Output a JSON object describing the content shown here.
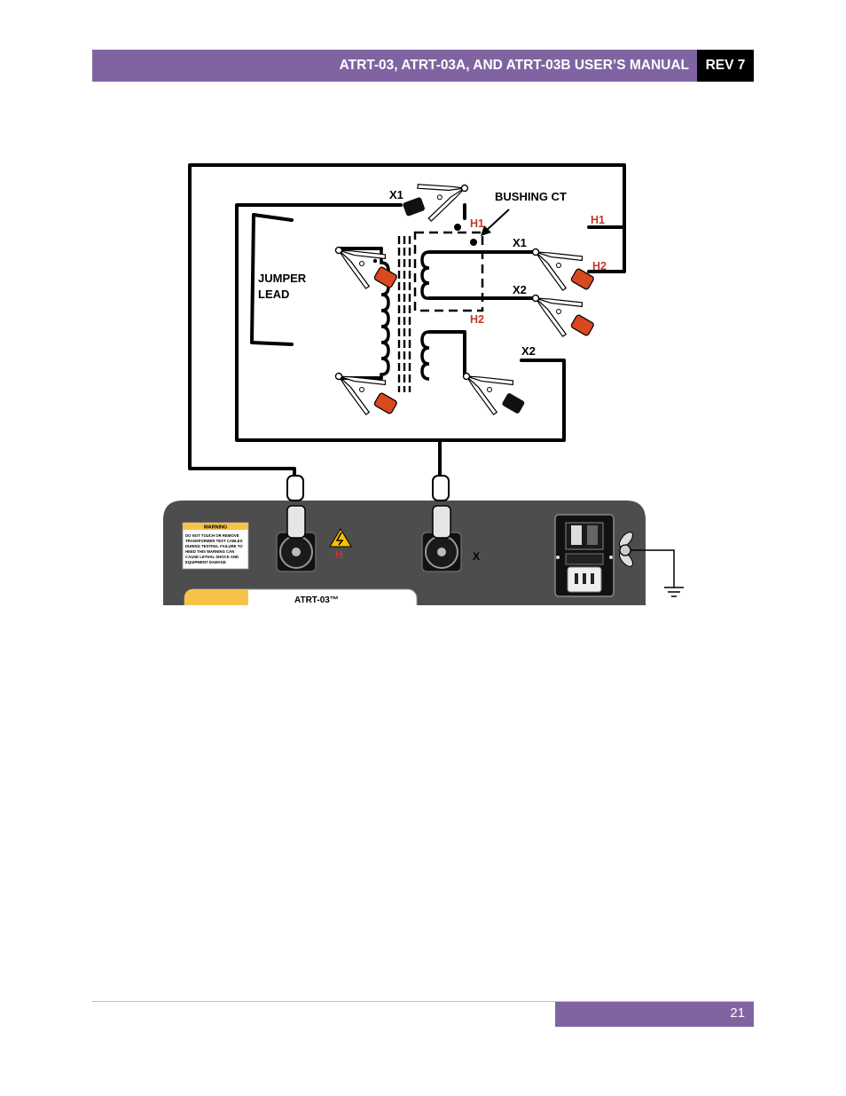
{
  "header": {
    "title": "ATRT-03, ATRT-03A, AND ATRT-03B USER’S MANUAL",
    "revision": "REV 7",
    "bar_color": "#8064a2"
  },
  "figure": {
    "labels": {
      "bushing_ct": "BUSHING CT",
      "jumper_line1": "JUMPER",
      "jumper_line2": "LEAD",
      "x1_top": "X1",
      "h1_ct": "H1",
      "h2_ct": "H2",
      "ct_x1": "X1",
      "ct_x2": "X2",
      "clip_h1": "H1",
      "clip_h2": "H2",
      "x2_bottom": "X2",
      "terminal_h": "H",
      "terminal_x": "X",
      "product_name": "ATRT-03™"
    },
    "warning": {
      "title": "WARNING",
      "lines": [
        "DO NOT TOUCH OR REMOVE",
        "TRANSFORMER TEST CABLES",
        "DURING TESTING. FAILURE TO",
        "HEED THIS WARNING CAN",
        "CAUSE LETHAL SHOCK AND",
        "EQUIPMENT DAMAGE"
      ]
    },
    "colors": {
      "red_label": "#c0392b",
      "clip_red": "#d9481f",
      "panel": "#4d4d4d",
      "warning_bg": "#f7c24a"
    }
  },
  "footer": {
    "page_number": "21"
  }
}
